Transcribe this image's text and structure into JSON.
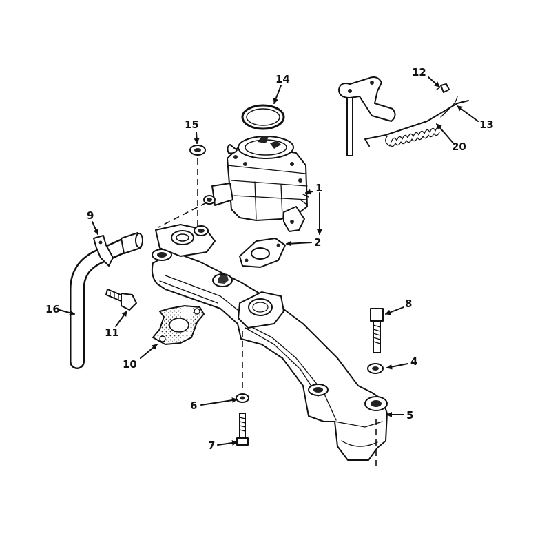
{
  "callouts": {
    "c1": "1",
    "c2": "2",
    "c4": "4",
    "c5": "5",
    "c6": "6",
    "c7": "7",
    "c8": "8",
    "c9": "9",
    "c10": "10",
    "c11": "11",
    "c12": "12",
    "c13": "13",
    "c14": "14",
    "c15": "15",
    "c16": "16",
    "c20": "20"
  }
}
